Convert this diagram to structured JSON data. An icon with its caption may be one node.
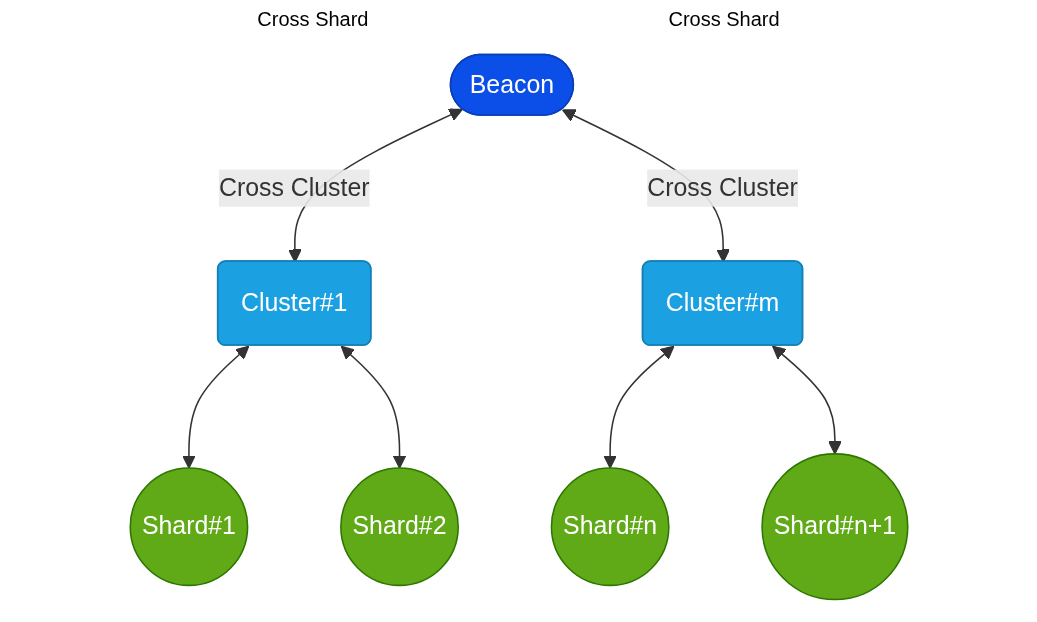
{
  "diagram": {
    "nodes": [
      {
        "text": [
          "Beacon"
        ]
      },
      {
        "text": [
          "Cluster#1"
        ]
      },
      {
        "text": [
          "Cluster#m"
        ]
      },
      {
        "text": [
          "Shard#1"
        ]
      },
      {
        "text": [
          "Shard#2"
        ]
      },
      {
        "text": [
          "Shard#n"
        ]
      },
      {
        "text": [
          "Shard#n+1"
        ]
      }
    ],
    "edges": [
      {
        "from": 0,
        "to": 1,
        "arrow": "both",
        "label": "Cross Cluster"
      },
      {
        "from": 0,
        "to": 2,
        "arrow": "both",
        "label": "Cross Cluster"
      },
      {
        "from": 1,
        "to": 3,
        "arrow": "both"
      },
      {
        "from": 1,
        "to": 4,
        "arrow": "both"
      },
      {
        "from": 2,
        "to": 5,
        "arrow": "both"
      },
      {
        "from": 2,
        "to": 6,
        "arrow": "both"
      }
    ],
    "labels": [
      "Cross Shard",
      "Cross Shard"
    ]
  }
}
